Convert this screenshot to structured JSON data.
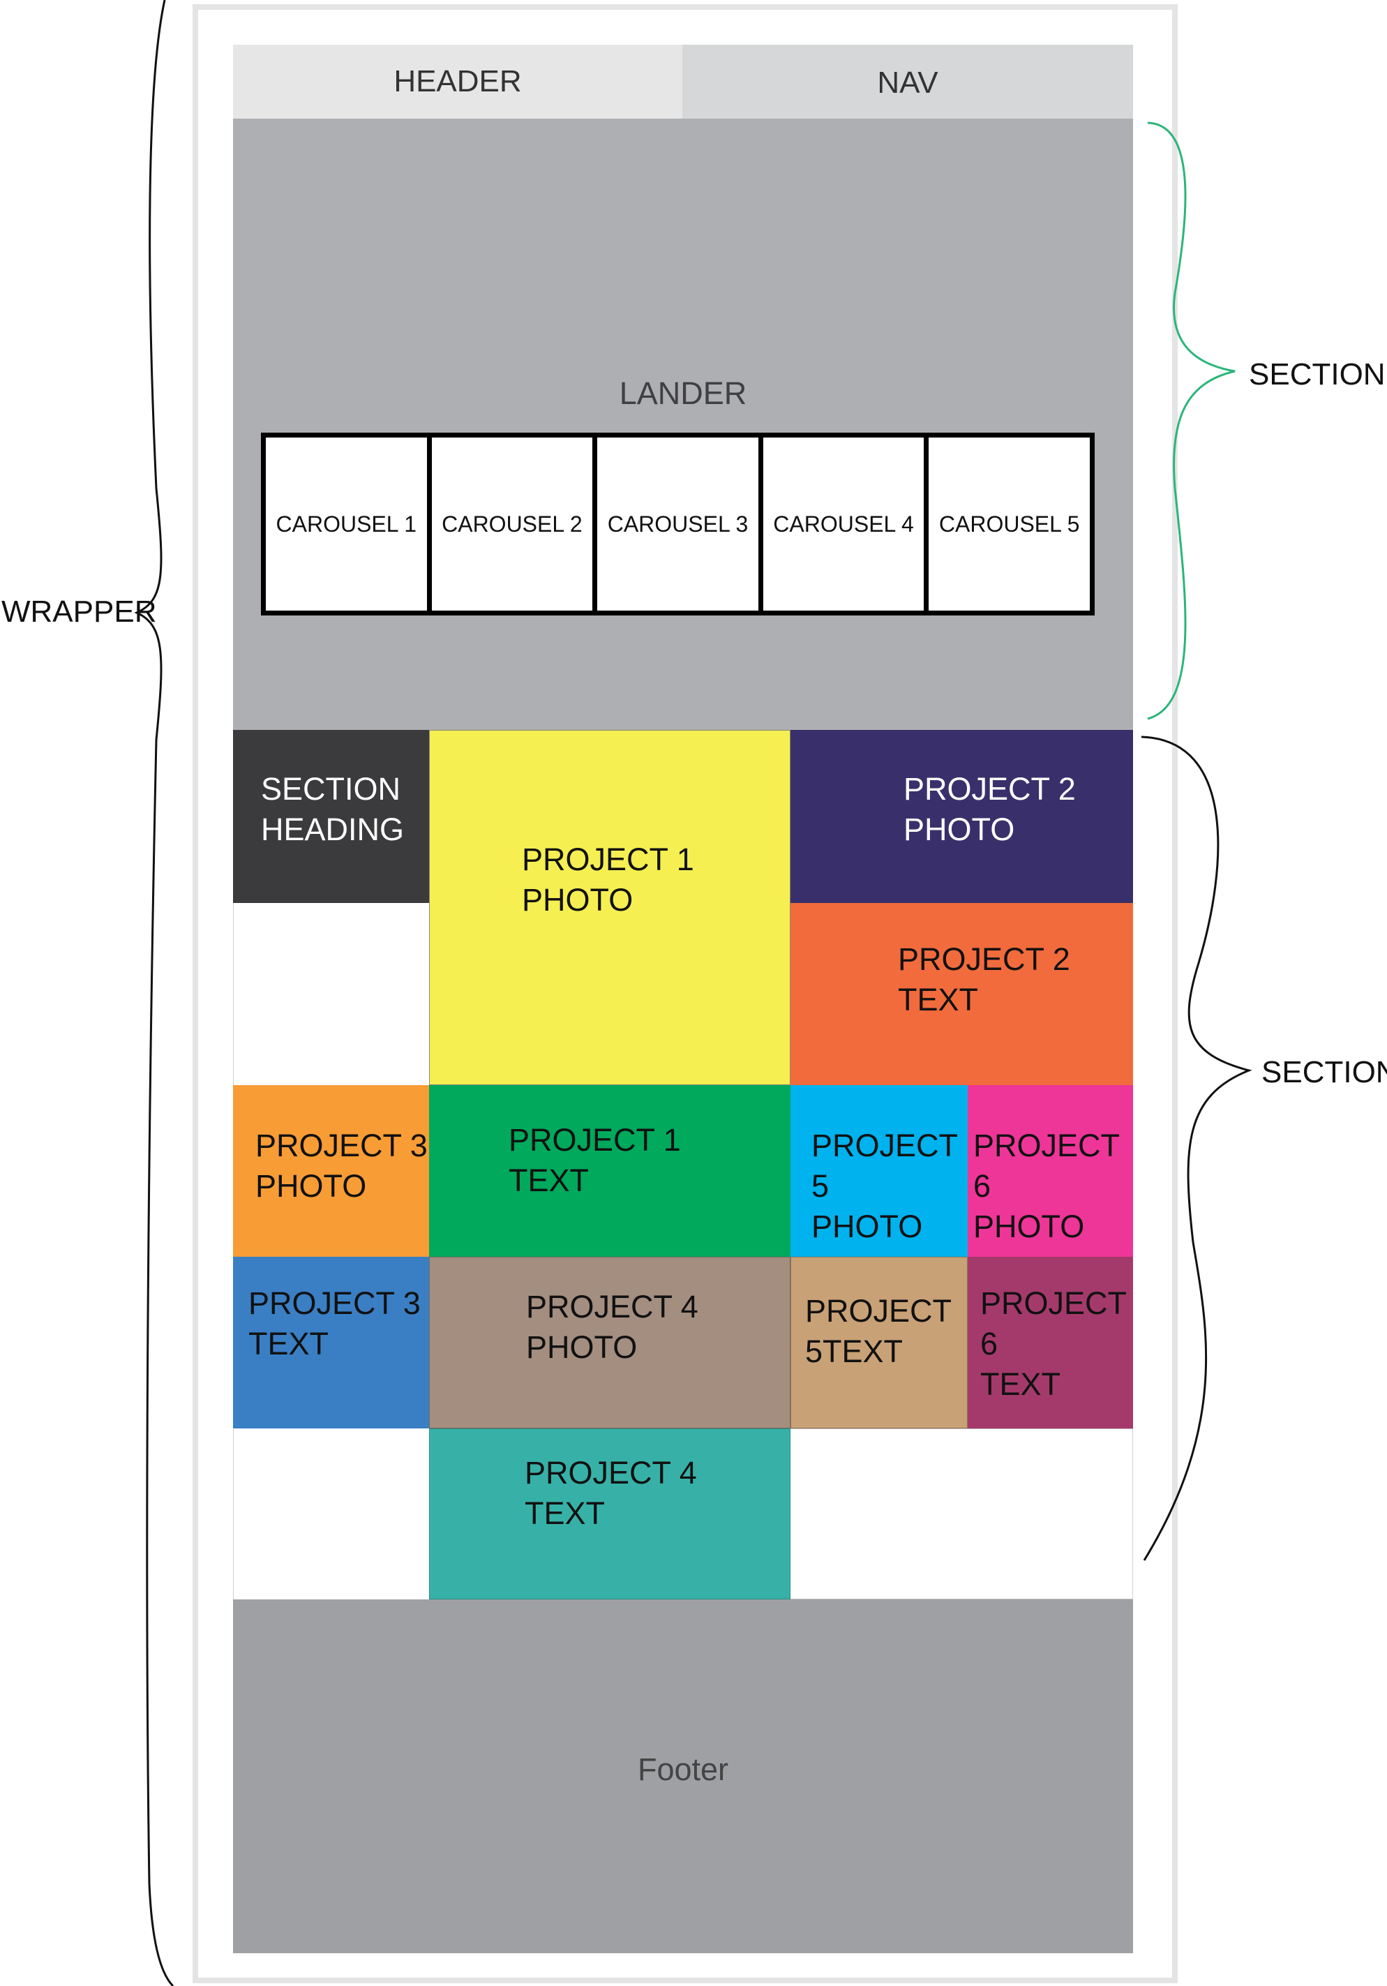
{
  "header": {
    "label": "HEADER"
  },
  "nav": {
    "label": "NAV"
  },
  "lander": {
    "label": "LANDER",
    "carousel": [
      "CAROUSEL 1",
      "CAROUSEL 2",
      "CAROUSEL 3",
      "CAROUSEL 4",
      "CAROUSEL 5"
    ]
  },
  "grid": {
    "section_heading": "SECTION\nHEADING",
    "project1_photo": "PROJECT 1\nPHOTO",
    "project2_photo": "PROJECT 2\nPHOTO",
    "project2_text": "PROJECT 2\nTEXT",
    "project3_photo": "PROJECT 3\nPHOTO",
    "project1_text": "PROJECT 1\nTEXT",
    "project5_photo": "PROJECT 5\nPHOTO",
    "project6_photo": "PROJECT 6\nPHOTO",
    "project3_text": "PROJECT 3\nTEXT",
    "project4_photo": "PROJECT 4\nPHOTO",
    "project5_text": "PROJECT\n5TEXT",
    "project6_text": "PROJECT 6\nTEXT",
    "project4_text": "PROJECT 4\nTEXT"
  },
  "footer": {
    "label": "Footer"
  },
  "annotations": {
    "wrapper": "WRAPPER",
    "section_top": "SECTION",
    "section_bottom": "SECTION"
  },
  "colors": {
    "header_bg": "#e6e6e7",
    "nav_bg": "#d6d7d9",
    "lander_bg": "#aeafb2",
    "footer_bg": "#9fa0a4",
    "section_heading": "#3b3b3d",
    "project1_photo": "#f5ef52",
    "project2_photo": "#39306b",
    "project2_text": "#f26b3d",
    "project3_photo": "#f89c35",
    "project1_text": "#00a95c",
    "project5_photo": "#00b2ee",
    "project6_photo": "#ee3598",
    "project3_text": "#3a7fc4",
    "project4_photo": "#a38e80",
    "project5_text": "#c9a176",
    "project6_text": "#a43a6b",
    "project4_text": "#37b1a8",
    "bracket_green": "#2bb57a"
  }
}
